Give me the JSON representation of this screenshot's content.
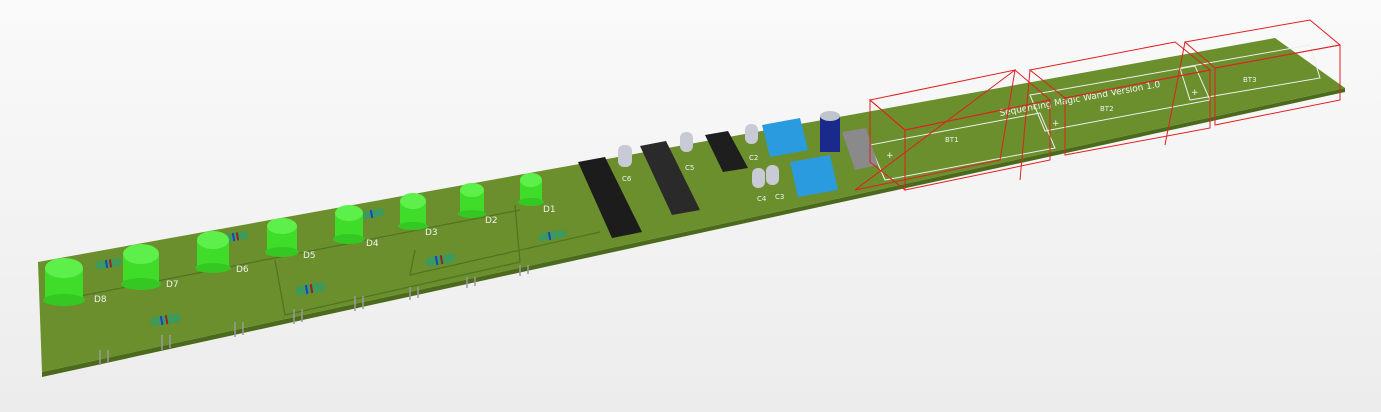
{
  "board": {
    "title_silkscreen": "Sequencing Magic Wand Version 1.0",
    "colors": {
      "pcb": "#6a8f2c",
      "led": "#3fdc2a",
      "ic": "#1c1c1c",
      "trimmer": "#2b9be0",
      "keepout": "#e02020"
    }
  },
  "leds": [
    "D1",
    "D2",
    "D3",
    "D4",
    "D5",
    "D6",
    "D7",
    "D8"
  ],
  "capacitors": [
    "C2",
    "C3",
    "C4",
    "C5",
    "C6"
  ],
  "batteries": [
    "BT1",
    "BT2",
    "BT3"
  ],
  "battery_polarity": "+"
}
